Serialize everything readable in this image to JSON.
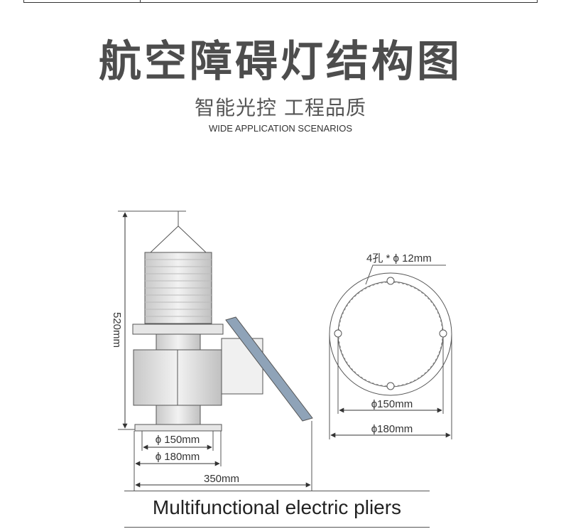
{
  "title": "航空障碍灯结构图",
  "subtitle": "智能光控 工程品质",
  "subtitle_en": "WIDE APPLICATION SCENARIOS",
  "diagram": {
    "height_label": "520mm",
    "dia150_label": "ϕ 150mm",
    "dia180_label": "ϕ 180mm",
    "width_label": "350mm",
    "holes_label": "4孔 * ϕ 12mm",
    "right_dia150_label": "ϕ150mm",
    "right_dia180_label": "ϕ180mm"
  },
  "caption": "Multifunctional electric pliers",
  "colors": {
    "title": "#4d4d4d",
    "line": "#555555",
    "panel": "#8fa3b8",
    "body": "#d9d9d9"
  }
}
